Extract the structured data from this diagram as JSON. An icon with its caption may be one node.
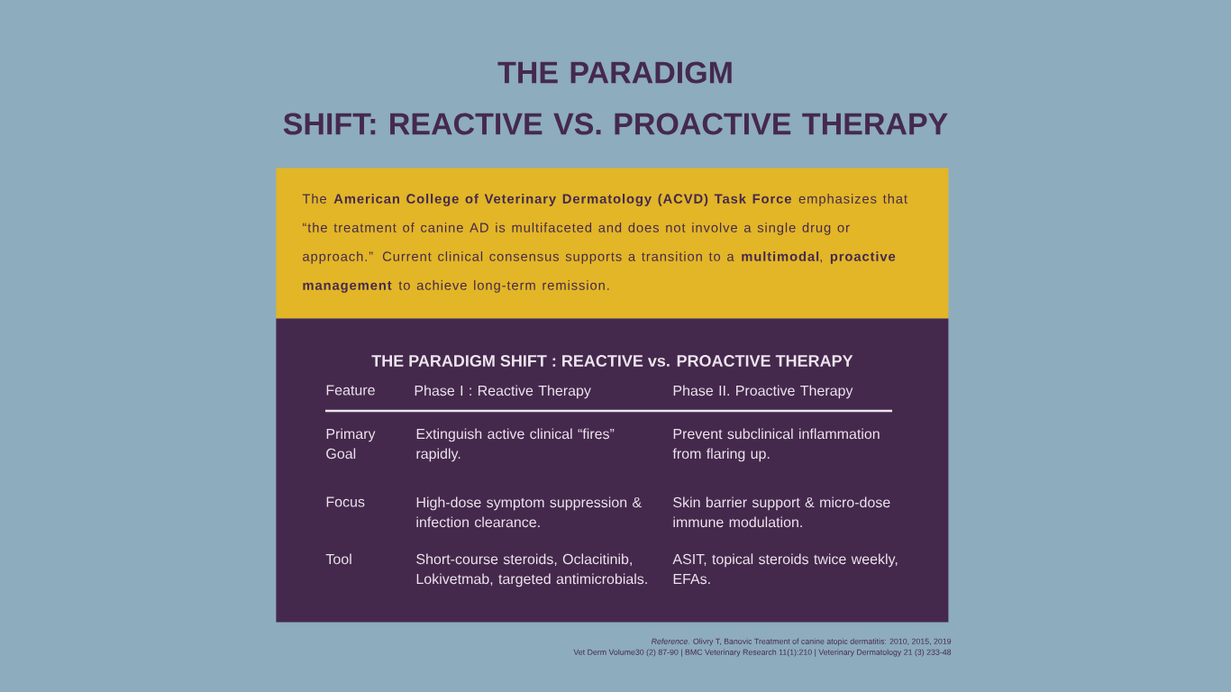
{
  "diagram": {
    "title": "THE PARADIGM SHIFT: REACTIVE VS. PROACTIVE THERAPY",
    "nodes": [
      {
        "text": [
          "The **American College of Veterinary Dermatology (ACVD) Task Force** emphasizes that “the treatment of canine AD is multifaceted and does not involve a single drug or approach.” Current clinical consensus supports a transition to a **multimodal**, **proactive management** to achieve long-term remission."
        ]
      },
      {
        "text": [
          "THE PARADIGM SHIFT : REACTIVE vs. PROACTIVE THERAPY"
        ]
      }
    ],
    "labels": [
      "Feature",
      "Phase I : Reactive Therapy",
      "Phase II. Proactive Therapy",
      "Primary Goal",
      "Extinguish active clinical “fires” rapidly.",
      "Prevent subclinical inflammation from flaring up.",
      "Focus",
      "High-dose symptom suppression & infection clearance.",
      "Skin barrier support & micro-dose immune modulation.",
      "Tool",
      "Short-course steroids, Oclacitinib, Lokivetmab, targeted antimicrobials.",
      "ASIT, topical steroids twice weekly, EFAs.",
      "*Reference.* Olivry T, Banovic Treatment of canine atopic dermatitis: 2010, 2015, 2019",
      "Vet Derm Volume30 (2) 87-90 | BMC Veterinary Research 11(1):210 | Veterinary Dermatology 21 (3) 233-48"
    ]
  }
}
